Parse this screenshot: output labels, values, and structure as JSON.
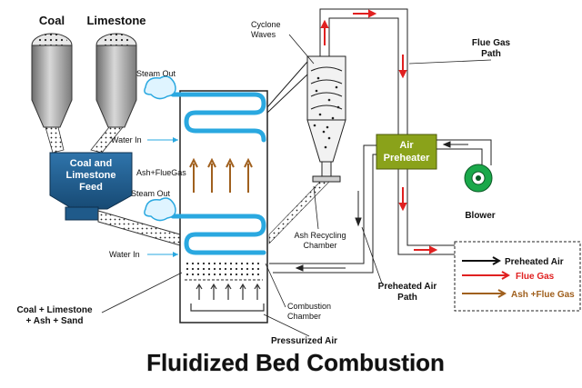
{
  "title": "Fluidized Bed Combustion",
  "labels": {
    "coal": "Coal",
    "limestone": "Limestone",
    "feed_line1": "Coal and",
    "feed_line2": "Limestone",
    "feed_line3": "Feed",
    "steam_out_top": "Steam Out",
    "water_in_top": "Water In",
    "ash_flue_gas": "Ash+FlueGas",
    "steam_out_bottom": "Steam Out",
    "water_in_bottom": "Water In",
    "cyclone_line1": "Cyclone",
    "cyclone_line2": "Waves",
    "air_preheater_line1": "Air",
    "air_preheater_line2": "Preheater",
    "flue_gas_path_line1": "Flue Gas",
    "flue_gas_path_line2": "Path",
    "blower": "Blower",
    "ash_recycling_line1": "Ash Recycling",
    "ash_recycling_line2": "Chamber",
    "preheated_air_path_line1": "Preheated Air",
    "preheated_air_path_line2": "Path",
    "combustion_line1": "Combustion",
    "combustion_line2": "Chamber",
    "bed_line1": "Coal + Limestone",
    "bed_line2": "+ Ash + Sand",
    "pressurized_air": "Pressurized Air"
  },
  "legend": [
    {
      "label": "Preheated Air",
      "color": "#111111"
    },
    {
      "label": "Flue Gas",
      "color": "#e02020"
    },
    {
      "label": "Ash +Flue Gas",
      "color": "#a0601e"
    }
  ],
  "colors": {
    "water_pipe": "#2aa8e0",
    "feed_box": "#1f5a8a",
    "preheater_box": "#8aa21a",
    "flue_gas": "#e02020",
    "ash_flue_gas": "#a0601e",
    "preheated_air": "#111111"
  }
}
